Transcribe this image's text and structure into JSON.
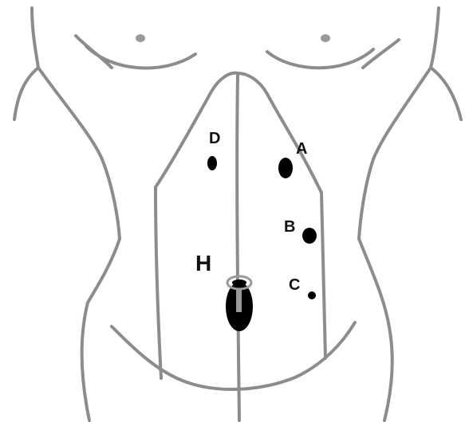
{
  "labels": {
    "a": "A",
    "b": "B",
    "c": "C",
    "d": "D",
    "h": "H"
  },
  "colors": {
    "outline": "#8c8c8c",
    "marker": "#000000",
    "text": "#111111"
  }
}
